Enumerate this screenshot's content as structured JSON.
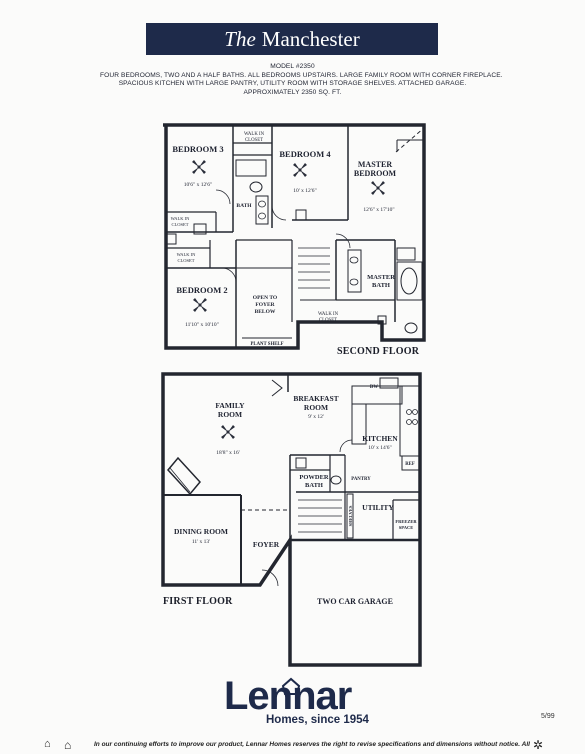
{
  "header": {
    "title_script": "The",
    "title_main": "Manchester",
    "model": "MODEL #2350",
    "desc_line1": "FOUR BEDROOMS, TWO AND A HALF BATHS. ALL BEDROOMS UPSTAIRS. LARGE FAMILY ROOM WITH CORNER FIREPLACE.",
    "desc_line2": "SPACIOUS KITCHEN WITH LARGE PANTRY, UTILITY ROOM WITH STORAGE SHELVES. ATTACHED GARAGE.",
    "desc_line3": "APPROXIMATELY 2350 SQ. FT."
  },
  "second_floor": {
    "label": "SECOND FLOOR",
    "rooms": {
      "bedroom3": {
        "name": "BEDROOM 3",
        "size": "10'6\" x 12'6\""
      },
      "walkin_top": {
        "name1": "WALK IN",
        "name2": "CLOSET"
      },
      "bedroom4": {
        "name": "BEDROOM 4",
        "size": "10' x 12'6\""
      },
      "master": {
        "name1": "MASTER",
        "name2": "BEDROOM",
        "size": "12'6\" x 17'10\""
      },
      "bath": {
        "name": "BATH"
      },
      "walkin_left1": {
        "name1": "WALK IN",
        "name2": "CLOSET"
      },
      "walkin_left2": {
        "name1": "WALK IN",
        "name2": "CLOSET"
      },
      "master_bath": {
        "name1": "MASTER",
        "name2": "BATH"
      },
      "bedroom2": {
        "name": "BEDROOM 2",
        "size": "11'10\" x 10'10\""
      },
      "open_foyer": {
        "name1": "OPEN TO",
        "name2": "FOYER",
        "name3": "BELOW"
      },
      "walkin_right": {
        "name1": "WALK IN",
        "name2": "CLOSET"
      },
      "plant_shelf": {
        "name": "PLANT SHELF"
      }
    }
  },
  "first_floor": {
    "label": "FIRST FLOOR",
    "rooms": {
      "family": {
        "name1": "FAMILY",
        "name2": "ROOM",
        "size": "18'8\" x 16'"
      },
      "breakfast": {
        "name1": "BREAKFAST",
        "name2": "ROOM",
        "size": "9' x 12'"
      },
      "kitchen": {
        "name": "KITCHEN",
        "size": "10' x 14'6\""
      },
      "dw": {
        "name": "DW"
      },
      "ref": {
        "name": "REF"
      },
      "powder": {
        "name1": "POWDER",
        "name2": "BATH"
      },
      "pantry": {
        "name": "PANTRY"
      },
      "shelves": {
        "name": "SHELVES"
      },
      "utility": {
        "name": "UTILITY"
      },
      "freezer": {
        "name1": "FREEZER",
        "name2": "SPACE"
      },
      "dining": {
        "name": "DINING ROOM",
        "size": "11' x 13'"
      },
      "foyer": {
        "name": "FOYER"
      },
      "garage": {
        "name": "TWO CAR GARAGE"
      }
    }
  },
  "footer": {
    "logo_text": "Lennar",
    "tagline": "Homes, since 1954",
    "date": "5/99",
    "disclaimer": "In our continuing efforts to improve our product, Lennar Homes reserves the right to revise specifications and dimensions without notice. All dimensions are"
  }
}
